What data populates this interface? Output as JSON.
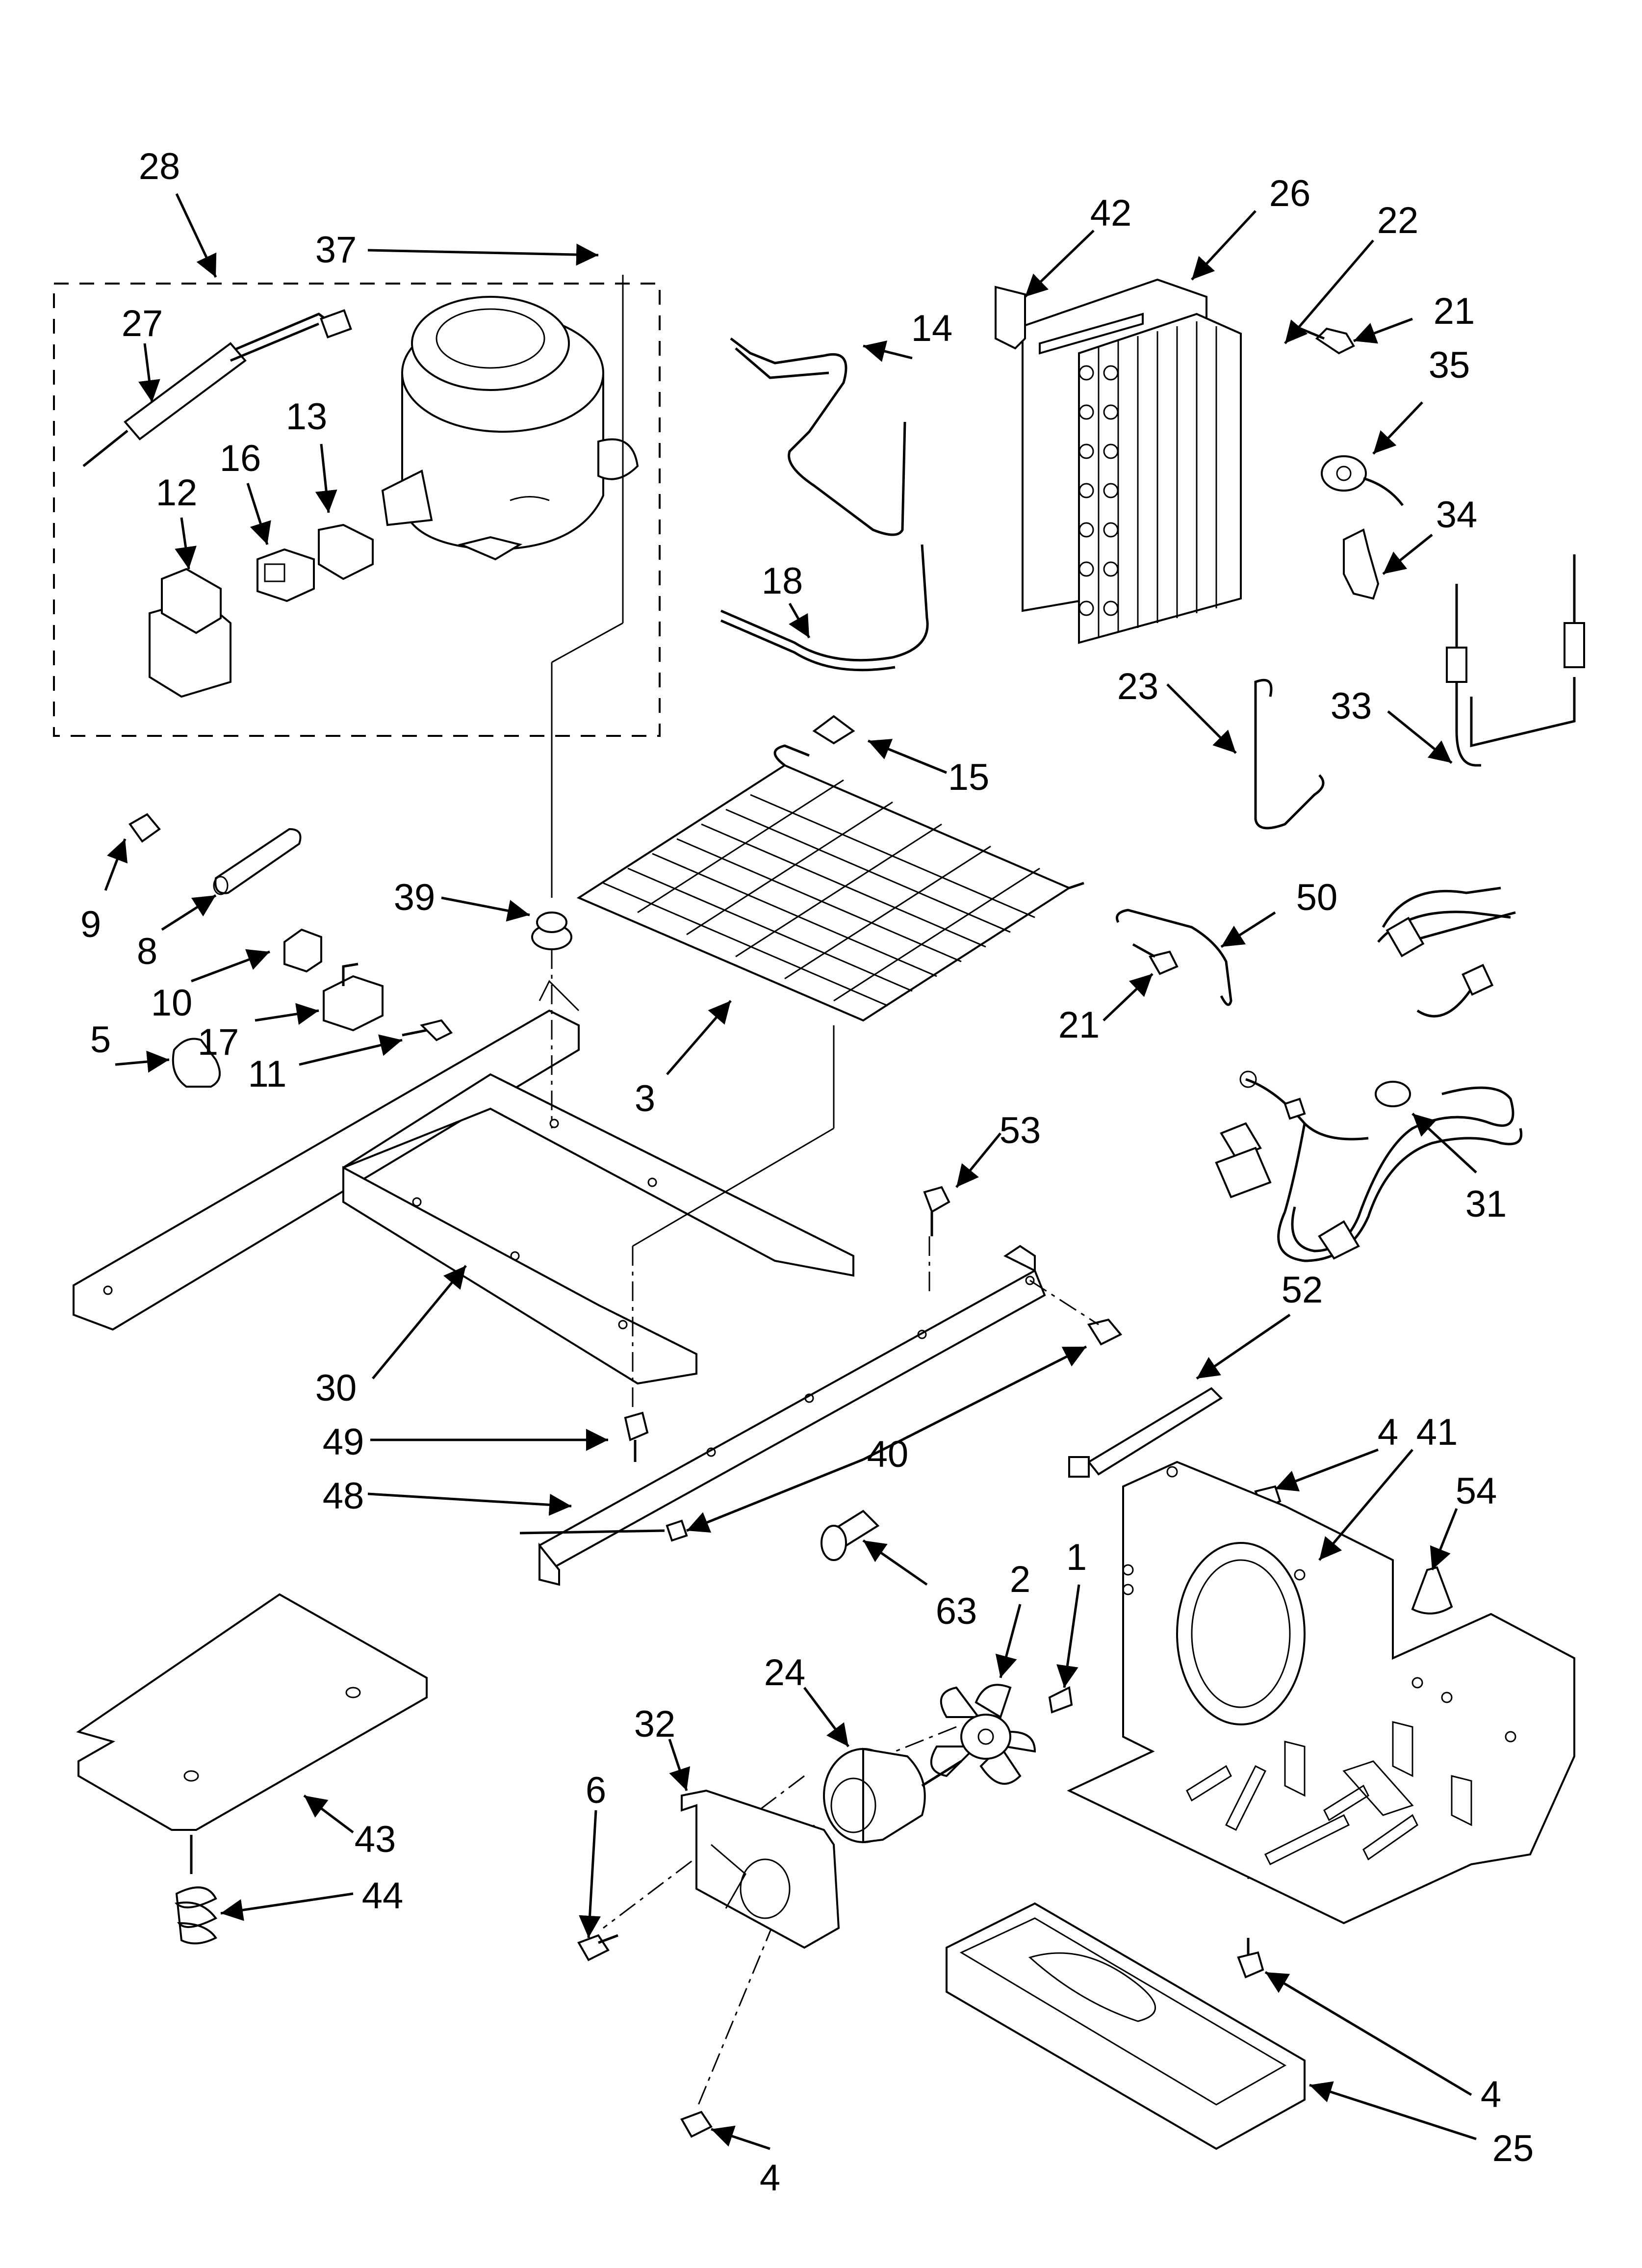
{
  "callouts": {
    "c28": "28",
    "c37": "37",
    "c27": "27",
    "c13": "13",
    "c16": "16",
    "c12": "12",
    "c42": "42",
    "c26": "26",
    "c22": "22",
    "c21a": "21",
    "c35": "35",
    "c14": "14",
    "c34": "34",
    "c18": "18",
    "c23": "23",
    "c33": "33",
    "c15": "15",
    "c9": "9",
    "c8": "8",
    "c39": "39",
    "c10": "10",
    "c17": "17",
    "c11": "11",
    "c5": "5",
    "c3": "3",
    "c50": "50",
    "c21b": "21",
    "c53": "53",
    "c31": "31",
    "c30": "30",
    "c52": "52",
    "c49": "49",
    "c40": "40",
    "c48": "48",
    "c4a": "4",
    "c41": "41",
    "c54": "54",
    "c63": "63",
    "c2": "2",
    "c1": "1",
    "c24": "24",
    "c32": "32",
    "c6": "6",
    "c43": "43",
    "c44": "44",
    "c4b": "4",
    "c4c": "4",
    "c25": "25"
  }
}
